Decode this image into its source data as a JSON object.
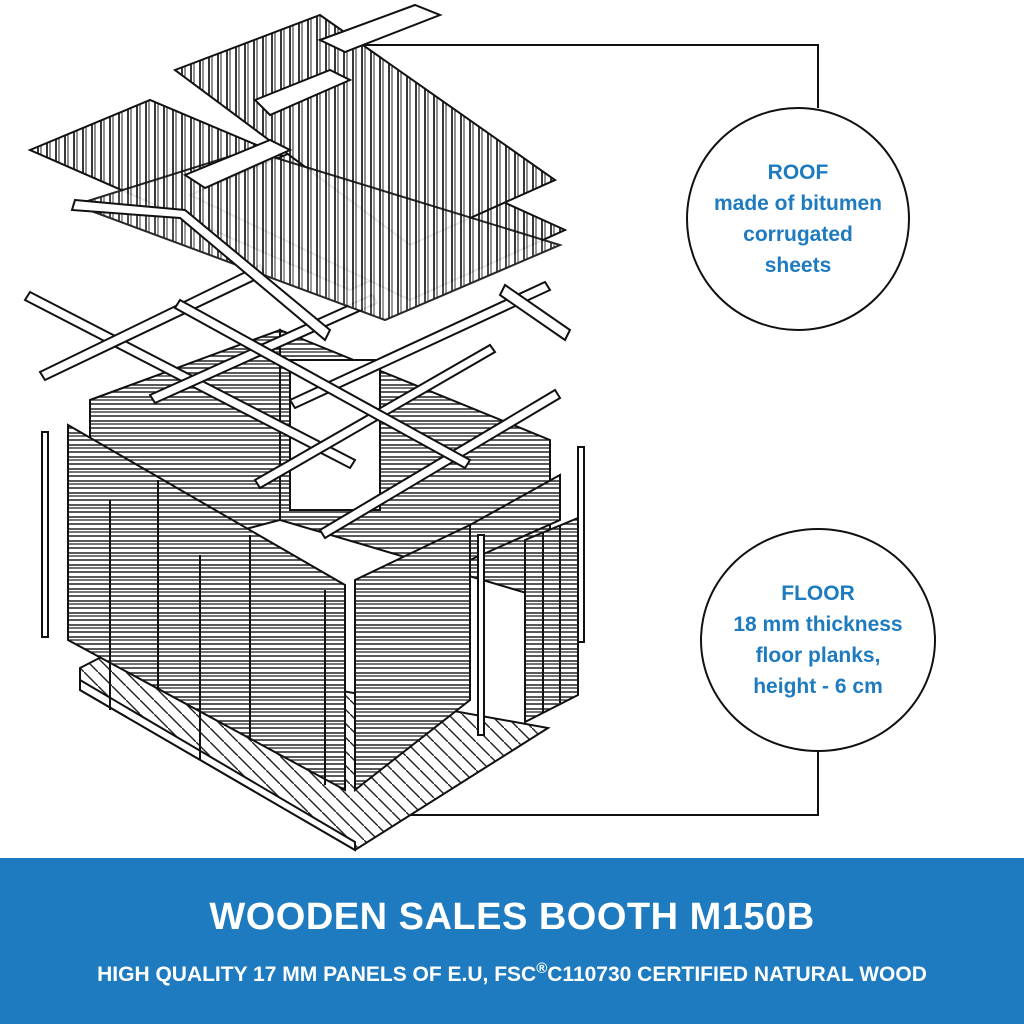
{
  "callouts": {
    "roof": {
      "title": "ROOF",
      "lines": [
        "made of bitumen",
        "corrugated",
        "sheets"
      ]
    },
    "floor": {
      "title": "FLOOR",
      "lines": [
        "18 mm thickness",
        "floor planks,",
        "height - 6 cm"
      ]
    }
  },
  "banner": {
    "title": "WOODEN SALES BOOTH M150B",
    "subtitle_before": "HIGH QUALITY 17 MM PANELS OF E.U, FSC",
    "subtitle_mark": "®",
    "subtitle_after": "C110730 CERTIFIED NATURAL WOOD",
    "background_color": "#1e7bc0"
  },
  "colors": {
    "accent_text": "#1e7bc0",
    "line": "#111111"
  }
}
